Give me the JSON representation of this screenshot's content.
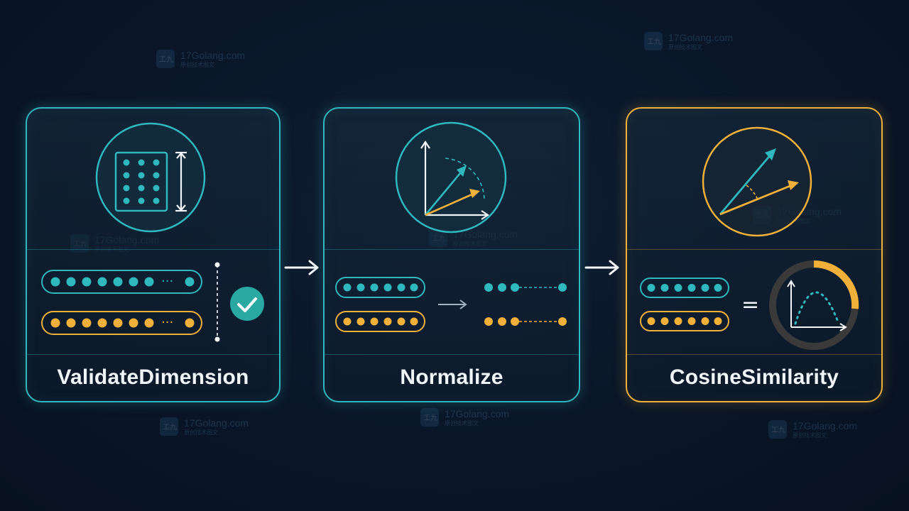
{
  "colors": {
    "teal": "#2fb8bd",
    "gold": "#f0b03a",
    "arrow": "#f2f6f9",
    "check_bg": "#2aa9a3",
    "dark_ring": "#3a3a3a"
  },
  "steps": [
    {
      "title": "ValidateDimension",
      "icon": "grid-matrix-icon"
    },
    {
      "title": "Normalize",
      "icon": "vector-normalize-icon"
    },
    {
      "title": "CosineSimilarity",
      "icon": "vector-angle-icon"
    }
  ],
  "symbols": {
    "ellipsis": "···",
    "equals": "="
  },
  "watermark": {
    "logo": "工九",
    "text": "17Golang.com",
    "sub": "原创技术图文"
  }
}
